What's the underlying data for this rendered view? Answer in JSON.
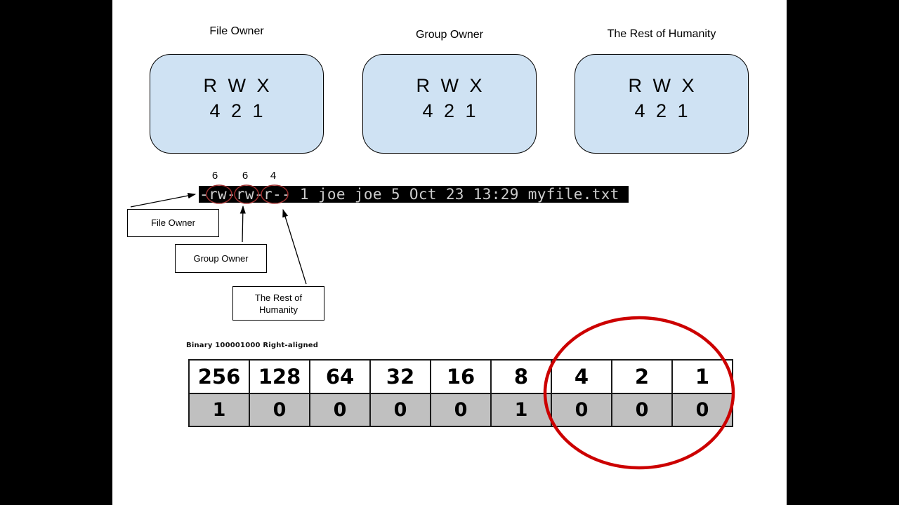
{
  "groups": [
    {
      "title": "File Owner",
      "line1": "R W X",
      "line2": "4 2 1"
    },
    {
      "title": "Group Owner",
      "line1": "R W X",
      "line2": "4 2 1"
    },
    {
      "title": "The Rest of Humanity",
      "line1": "R W X",
      "line2": "4 2 1"
    }
  ],
  "terminal": {
    "listing": "-rw-rw-r-- 1 joe joe 5 Oct 23 13:29 myfile.txt",
    "octals": [
      "6",
      "6",
      "4"
    ]
  },
  "callouts": [
    "File Owner",
    "Group Owner",
    "The Rest of Humanity"
  ],
  "table": {
    "title": "Binary 100001000 Right-aligned",
    "place_values": [
      "256",
      "128",
      "64",
      "32",
      "16",
      "8",
      "4",
      "2",
      "1"
    ],
    "bits": [
      "1",
      "0",
      "0",
      "0",
      "0",
      "1",
      "0",
      "0",
      "0"
    ]
  },
  "colors": {
    "box_fill": "#cfe2f3",
    "terminal_bg": "#000000",
    "terminal_text": "#cccccc",
    "bit_row_bg": "#c0c0c0",
    "circle_red_dark": "#9e3030",
    "highlight_red": "#cc0000"
  }
}
